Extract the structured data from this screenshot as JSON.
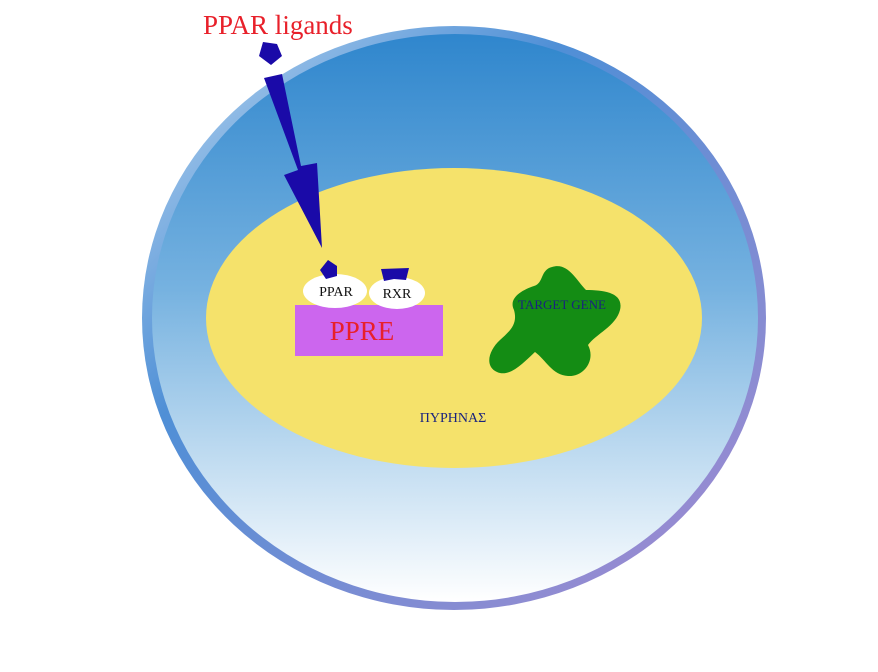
{
  "labels": {
    "ligands": "PPAR ligands",
    "ppar": "PPAR",
    "rxr": "RXR",
    "ppre": "PPRE",
    "target_gene": "TARGET GENE",
    "nucleus": "ΠΥΡΗΝΑΣ"
  },
  "colors": {
    "title_red": "#e8202a",
    "ppre_red": "#e8202a",
    "dark_blue": "#1a0aa8",
    "cell_top": "#2f86cd",
    "cell_bottom": "#ffffff",
    "cell_rim_top": "#6aa9dc",
    "cell_rim_bottom": "#a88ccf",
    "nucleus_fill": "#f5e26b",
    "ppre_fill": "#cc66ee",
    "gene_fill": "#148c14",
    "gene_text": "#1a237e",
    "receptor_fill": "#ffffff"
  }
}
